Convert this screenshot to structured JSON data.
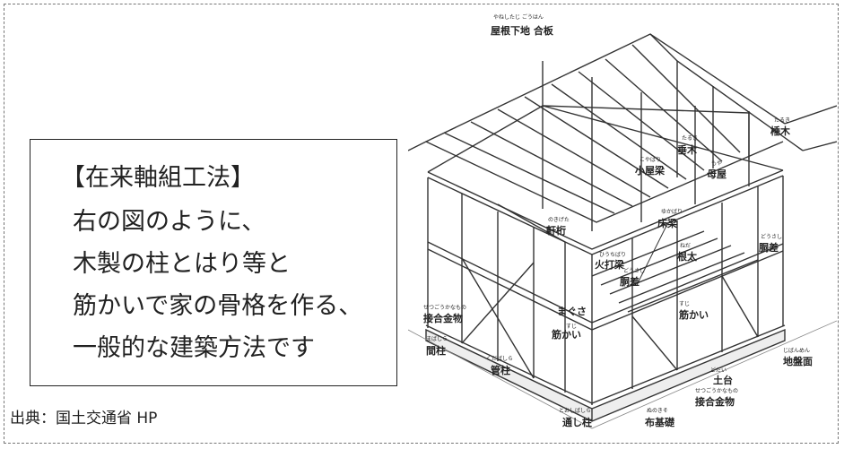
{
  "box": {
    "title": "【在来軸組工法】",
    "lines": [
      "右の図のように、",
      "木製の柱とはり等と",
      "筋かいで家の骨格を作る、",
      "一般的な建築方法です"
    ]
  },
  "source": "出典：国土交通省 HP",
  "diagram_labels": [
    {
      "ruby": "やねしたじ ごうはん",
      "text": "屋根下地 合板"
    },
    {
      "ruby": "たるき",
      "text": "垂木"
    },
    {
      "ruby": "こやばり",
      "text": "小屋梁"
    },
    {
      "ruby": "もや",
      "text": "母屋"
    },
    {
      "ruby": "たるき",
      "text": "棰木"
    },
    {
      "ruby": "のきげた",
      "text": "軒桁"
    },
    {
      "ruby": "ゆかばり",
      "text": "床梁"
    },
    {
      "ruby": "ひうちばり",
      "text": "火打梁"
    },
    {
      "ruby": "ねだ",
      "text": "根太"
    },
    {
      "ruby": "どうさし",
      "text": "胴差"
    },
    {
      "ruby": "どうさし",
      "text": "胴差"
    },
    {
      "ruby": "せつごうかなもの",
      "text": "接合金物"
    },
    {
      "ruby": "まばしら",
      "text": "間柱"
    },
    {
      "ruby": "",
      "text": "まぐさ"
    },
    {
      "ruby": "すじ",
      "text": "筋かい"
    },
    {
      "ruby": "すじ",
      "text": "筋かい"
    },
    {
      "ruby": "くだばしら",
      "text": "管柱"
    },
    {
      "ruby": "じばんめん",
      "text": "地盤面"
    },
    {
      "ruby": "どだい",
      "text": "土台"
    },
    {
      "ruby": "せつごうかなもの",
      "text": "接合金物"
    },
    {
      "ruby": "とおしばしら",
      "text": "通し柱"
    },
    {
      "ruby": "ぬのきそ",
      "text": "布基礎"
    }
  ]
}
